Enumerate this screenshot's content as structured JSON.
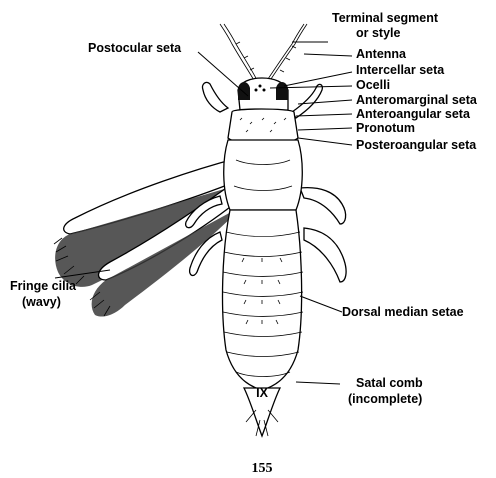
{
  "figure": {
    "labels": {
      "terminal_segment_line1": "Terminal segment",
      "terminal_segment_line2": "or style",
      "antenna": "Antenna",
      "intercellar_seta": "Intercellar seta",
      "ocelli": "Ocelli",
      "anteromarginal_seta": "Anteromarginal seta",
      "anteroangular_seta": "Anteroangular seta",
      "pronotum": "Pronotum",
      "posteroangular_seta": "Posteroangular seta",
      "postocular_seta": "Postocular seta",
      "fringe_cilia_line1": "Fringe cilia",
      "fringe_cilia_line2": "(wavy)",
      "dorsal_median_setae": "Dorsal median setae",
      "satal_comb_line1": "Satal comb",
      "satal_comb_line2": "(incomplete)",
      "segment_ix": "IX"
    },
    "page_number": "155"
  }
}
